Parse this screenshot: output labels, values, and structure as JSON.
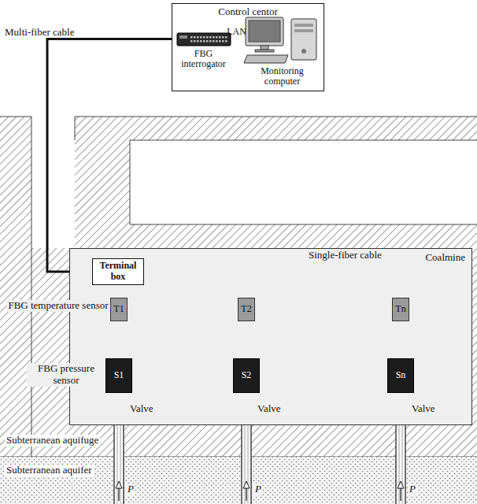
{
  "diagram": {
    "nodes": [
      {
        "text": [
          "Control centor"
        ]
      },
      {
        "text": [
          "FBG interrogator"
        ],
        "in": 0
      },
      {
        "text": [
          "Monitoring computer"
        ],
        "in": 0
      },
      {
        "text": [
          "Coalmine"
        ]
      },
      {
        "text": [
          "Terminal box"
        ],
        "in": 3
      },
      {
        "text": [
          "T1"
        ],
        "in": 3
      },
      {
        "text": [
          "S1"
        ],
        "in": 3
      },
      {
        "text": [
          "T2"
        ],
        "in": 3
      },
      {
        "text": [
          "S2"
        ],
        "in": 3
      },
      {
        "text": [
          "Tn"
        ],
        "in": 3
      },
      {
        "text": [
          "Sn"
        ],
        "in": 3
      }
    ],
    "edges": [
      {
        "from": 1,
        "to": 2,
        "arrow": "none",
        "label": "LAN"
      },
      {
        "from": 1,
        "to": 4,
        "arrow": "none"
      },
      {
        "from": 4,
        "to": 5,
        "arrow": "none"
      },
      {
        "from": 4,
        "to": 7,
        "arrow": "none"
      },
      {
        "from": 4,
        "to": 9,
        "arrow": "none"
      },
      {
        "from": 5,
        "to": 6,
        "arrow": "none"
      },
      {
        "from": 7,
        "to": 8,
        "arrow": "none"
      },
      {
        "from": 9,
        "to": 10,
        "arrow": "none"
      }
    ],
    "labels": [
      "Multi-fiber cable",
      "Single-fiber cable",
      "FBG temperature sensor",
      "FBG pressure sensor",
      "Valve",
      "Valve",
      "Valve",
      "Subterranean aquifuge",
      "Subterranean aquifer",
      "P",
      "P",
      "P"
    ]
  }
}
